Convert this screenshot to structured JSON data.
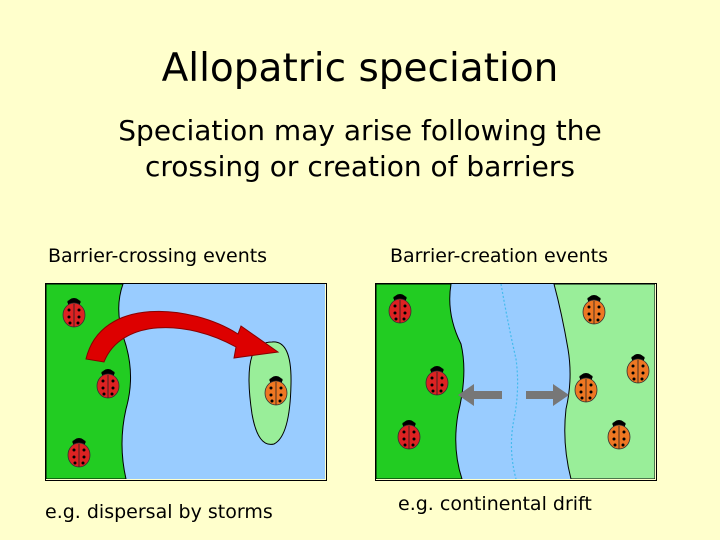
{
  "slide": {
    "title": "Allopatric speciation",
    "subtitle_line1": "Speciation may arise following the",
    "subtitle_line2": "crossing or creation of barriers"
  },
  "left_panel": {
    "heading": "Barrier-crossing events",
    "caption": "e.g. dispersal by storms"
  },
  "right_panel": {
    "heading": "Barrier-creation events",
    "caption": "e.g. continental drift"
  },
  "colors": {
    "background": "#ffffcc",
    "land_green": "#22cc22",
    "new_land_green": "#99ee99",
    "water_blue": "#99ccff",
    "red_arrow": "#dd0000",
    "grey_arrow": "#777777",
    "ladybird_red": "#dd2222",
    "ladybird_orange": "#ee7722"
  }
}
